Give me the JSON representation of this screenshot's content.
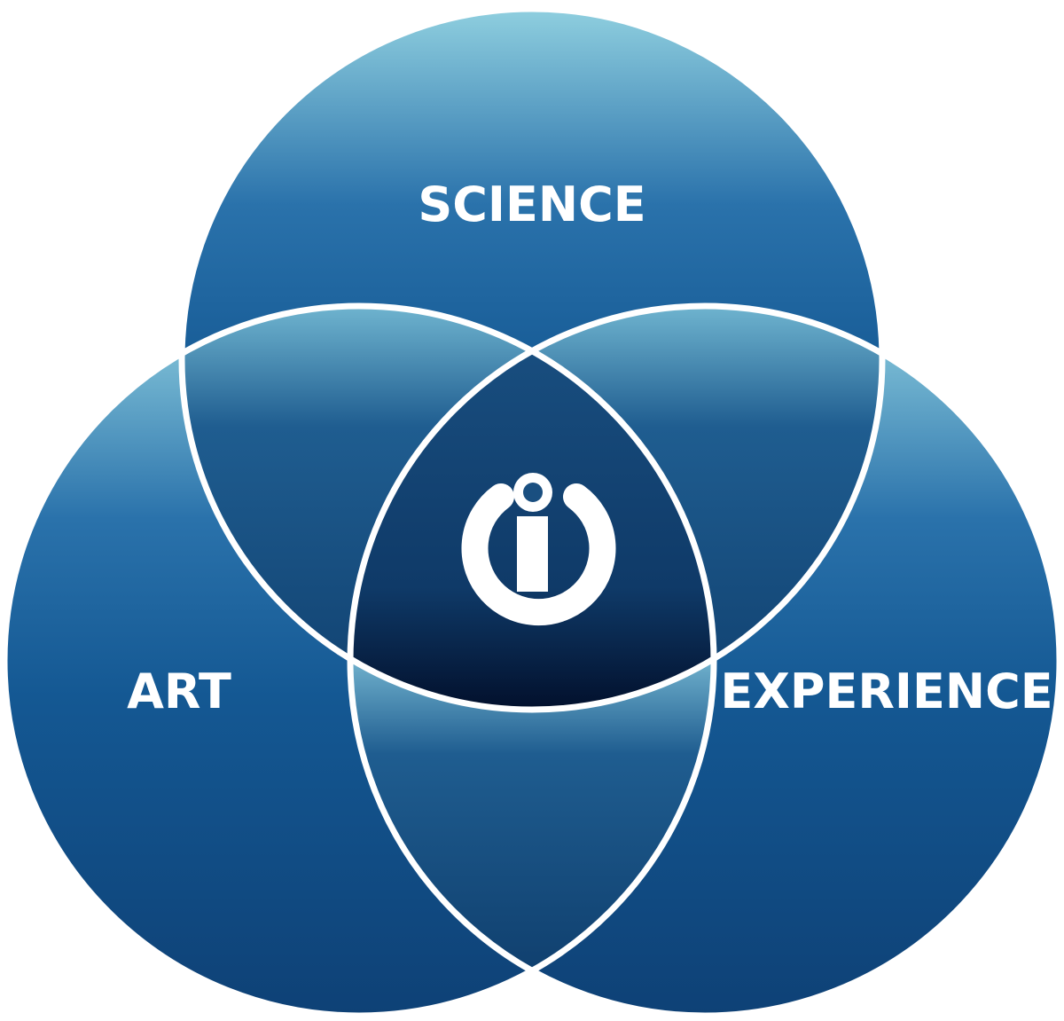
{
  "diagram": {
    "type": "venn-3",
    "sets": [
      {
        "id": "science",
        "label": "SCIENCE"
      },
      {
        "id": "art",
        "label": "ART"
      },
      {
        "id": "experience",
        "label": "EXPERIENCE"
      }
    ],
    "center_icon": "info-logo-icon",
    "colors": {
      "circle_top": "#8fcfdf",
      "circle_mid": "#1d5fa0",
      "circle_bottom": "#0f4478",
      "lens_top": "#5e9cbd",
      "lens_bottom": "#10406f",
      "core_top": "#184d7e",
      "core_bottom": "#02102c",
      "outline": "#ffffff"
    }
  }
}
